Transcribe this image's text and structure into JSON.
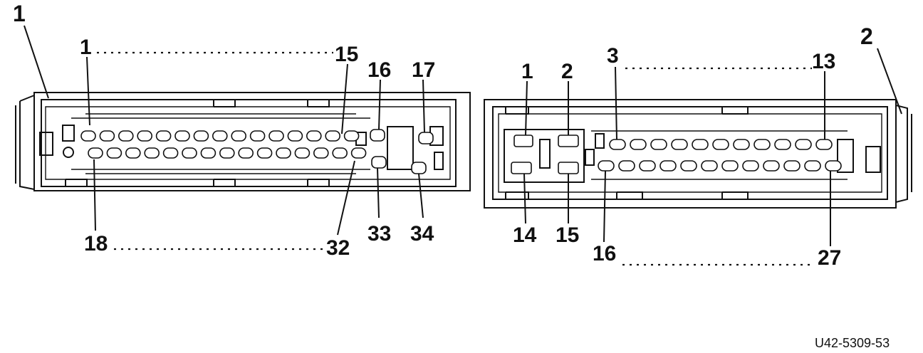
{
  "figure_code": "U42-5309-53",
  "connectors": [
    {
      "id": "connector-1",
      "callout": "1",
      "labels": {
        "top_start": "1",
        "top_end": "15",
        "p16": "16",
        "p17": "17",
        "bottom_start": "18",
        "bottom_end": "32",
        "p33": "33",
        "p34": "34"
      }
    },
    {
      "id": "connector-2",
      "callout": "2",
      "labels": {
        "p1": "1",
        "p2": "2",
        "top_start": "3",
        "top_end": "13",
        "p14": "14",
        "p15": "15",
        "bottom_start": "16",
        "bottom_end": "27"
      }
    }
  ]
}
